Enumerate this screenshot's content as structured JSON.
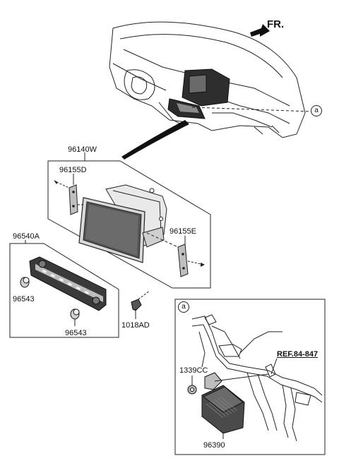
{
  "orientation_label": "FR.",
  "detail_marker": "a",
  "parts": {
    "audio_unit_assembly": "96140W",
    "bracket_left": "96155D",
    "bracket_right": "96155E",
    "heater_control_assembly": "96540A",
    "knob_left": "96543",
    "knob_right": "96543",
    "screw": "1018AD",
    "nut": "1339CC",
    "amplifier_module": "96390",
    "reference": "REF.84-847"
  },
  "colors": {
    "line": "#222222",
    "panel_dark": "#3a3a3a",
    "screen": "#555555",
    "frame": "#444444"
  }
}
